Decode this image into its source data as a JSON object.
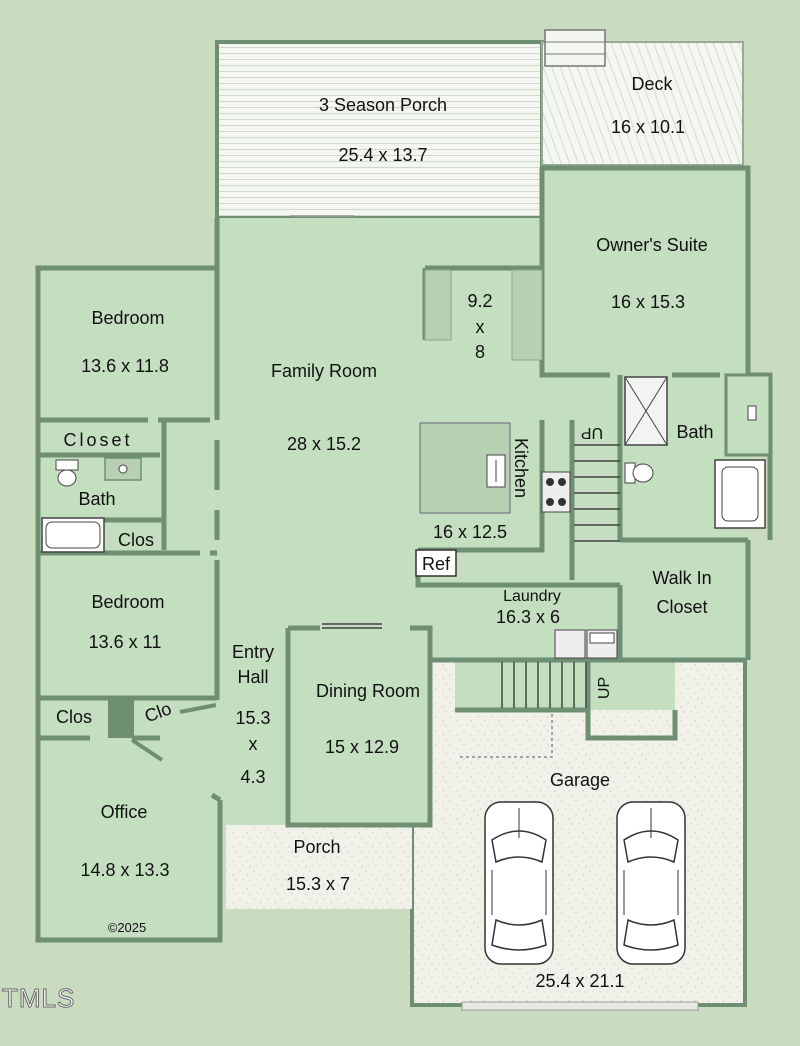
{
  "colors": {
    "background": "#c9dcbf",
    "room_fill": "#c4dec0",
    "wall": "#6f8f73",
    "porch_fill": "#f2f5ef",
    "garage_fill": "#f2f2ec"
  },
  "rooms": {
    "three_season_porch": {
      "name": "3 Season Porch",
      "dims": "25.4 x 13.7"
    },
    "deck": {
      "name": "Deck",
      "dims": "16 x 10.1"
    },
    "owners_suite": {
      "name": "Owner's Suite",
      "dims": "16 x 15.3"
    },
    "nook": {
      "dims_top": "9.2",
      "dims_mid": "x",
      "dims_bottom": "8"
    },
    "bedroom_1": {
      "name": "Bedroom",
      "dims": "13.6 x 11.8"
    },
    "family_room": {
      "name": "Family Room",
      "dims": "28 x 15.2"
    },
    "closet": {
      "name": "Closet"
    },
    "bath_left": {
      "name": "Bath"
    },
    "clos_left": {
      "name": "Clos"
    },
    "kitchen": {
      "name": "Kitchen",
      "dims": "16 x 12.5",
      "ref": "Ref"
    },
    "owners_bath": {
      "name": "Bath"
    },
    "stairs_top": {
      "label": "UP"
    },
    "walk_in_closet": {
      "line1": "Walk In",
      "line2": "Closet"
    },
    "laundry": {
      "name": "Laundry",
      "dims": "16.3 x 6"
    },
    "bedroom_2": {
      "name": "Bedroom",
      "dims": "13.6 x 11"
    },
    "entry_hall": {
      "line1": "Entry",
      "line2": "Hall",
      "dims_a": "15.3",
      "dims_x": "x",
      "dims_b": "4.3"
    },
    "dining_room": {
      "name": "Dining Room",
      "dims": "15 x 12.9"
    },
    "stairs_bottom": {
      "label": "UP"
    },
    "clos_bottom": {
      "name": "Clos"
    },
    "clo_bottom": {
      "name": "Clo"
    },
    "garage": {
      "name": "Garage",
      "dims": "25.4 x 21.1"
    },
    "office": {
      "name": "Office",
      "dims": "14.8 x 13.3"
    },
    "porch": {
      "name": "Porch",
      "dims": "15.3 x 7"
    }
  },
  "copyright": "©2025",
  "watermark": "TMLS"
}
